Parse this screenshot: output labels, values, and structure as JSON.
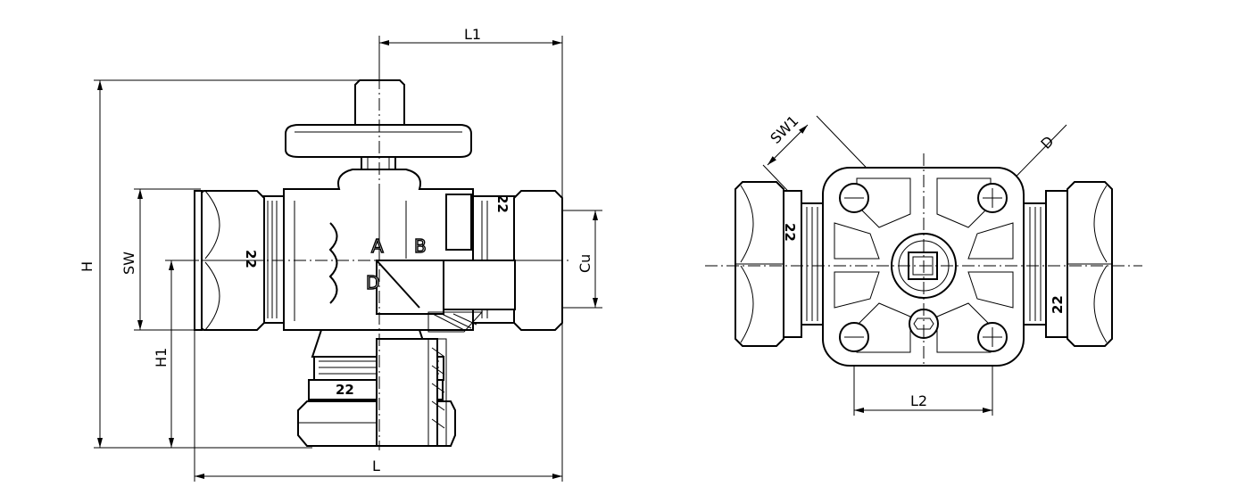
{
  "dimensions": {
    "L1": "L1",
    "H": "H",
    "SW": "SW",
    "H1": "H1",
    "L": "L",
    "Cu": "Cu",
    "SW1": "SW1",
    "D": "D",
    "L2": "L2"
  },
  "ports": {
    "A": "A",
    "B": "B",
    "D": "D"
  },
  "nut_size_labels": {
    "left_nut": "22",
    "right_nut": "22",
    "bottom_nut": "22",
    "top_view_left_nut": "22",
    "top_view_right_nut": "22"
  }
}
